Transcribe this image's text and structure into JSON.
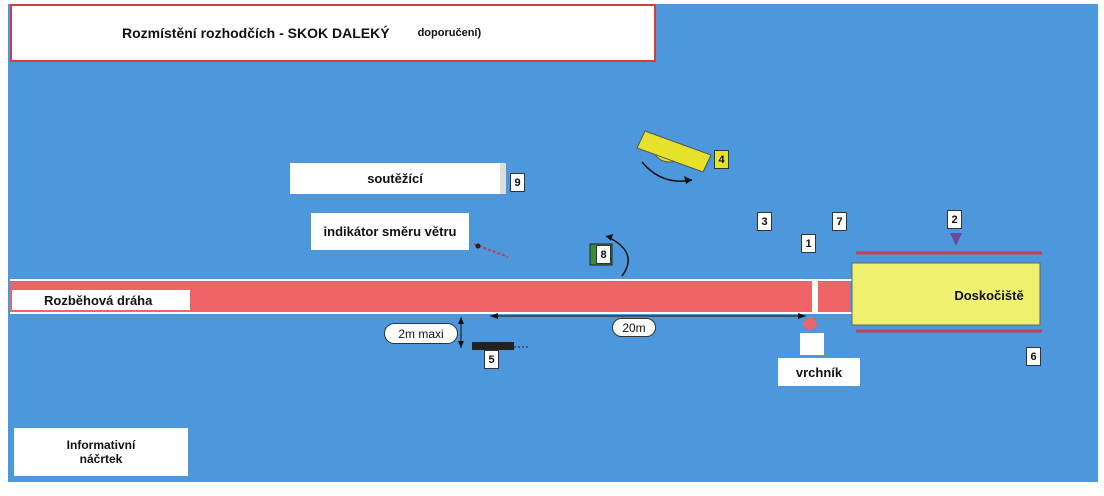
{
  "title": {
    "main": "Rozmístění rozhodčích  -  SKOK DALEKÝ",
    "note": "doporučení)"
  },
  "labels": {
    "competitors": "soutěžící",
    "wind_indicator": "indikátor směru větru",
    "runway": "Rozběhová dráha",
    "landing_pit": "Doskočiště",
    "chief": "vrchník",
    "sketch_line1": "Informativní",
    "sketch_line2": "náčrtek",
    "distance_20m": "20m",
    "distance_2m": "2m maxi"
  },
  "positions": [
    "1",
    "2",
    "3",
    "4",
    "5",
    "6",
    "7",
    "8",
    "9"
  ],
  "colors": {
    "background": "#4d97dc",
    "runway": "#f06468",
    "pit": "#eef06e",
    "board": "#e6e22c",
    "flag": "#3d8a3d",
    "pit_border": "#c04050",
    "marker": "#6a4aa0"
  }
}
